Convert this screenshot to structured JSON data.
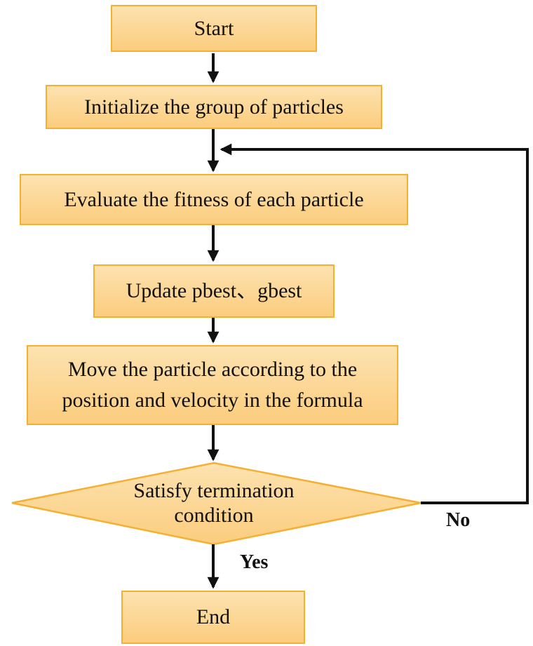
{
  "flowchart": {
    "nodes": {
      "start": {
        "lines": [
          "Start"
        ]
      },
      "initialize": {
        "lines": [
          "Initialize the group of particles"
        ]
      },
      "evaluate": {
        "lines": [
          "Evaluate the fitness of each particle"
        ]
      },
      "update": {
        "lines": [
          "Update pbest、gbest"
        ]
      },
      "move": {
        "lines": [
          "Move the particle according to the",
          "position and velocity in the formula"
        ]
      },
      "decision": {
        "lines": [
          "Satisfy termination",
          "condition"
        ]
      },
      "end": {
        "lines": [
          "End"
        ]
      }
    },
    "edge_labels": {
      "yes": "Yes",
      "no": "No"
    },
    "colors": {
      "node_fill_top": "#fde2b0",
      "node_fill_bottom": "#fbcd7e",
      "node_border": "#f5b032",
      "connector": "#111111",
      "text": "#111111",
      "background": "#ffffff"
    }
  }
}
